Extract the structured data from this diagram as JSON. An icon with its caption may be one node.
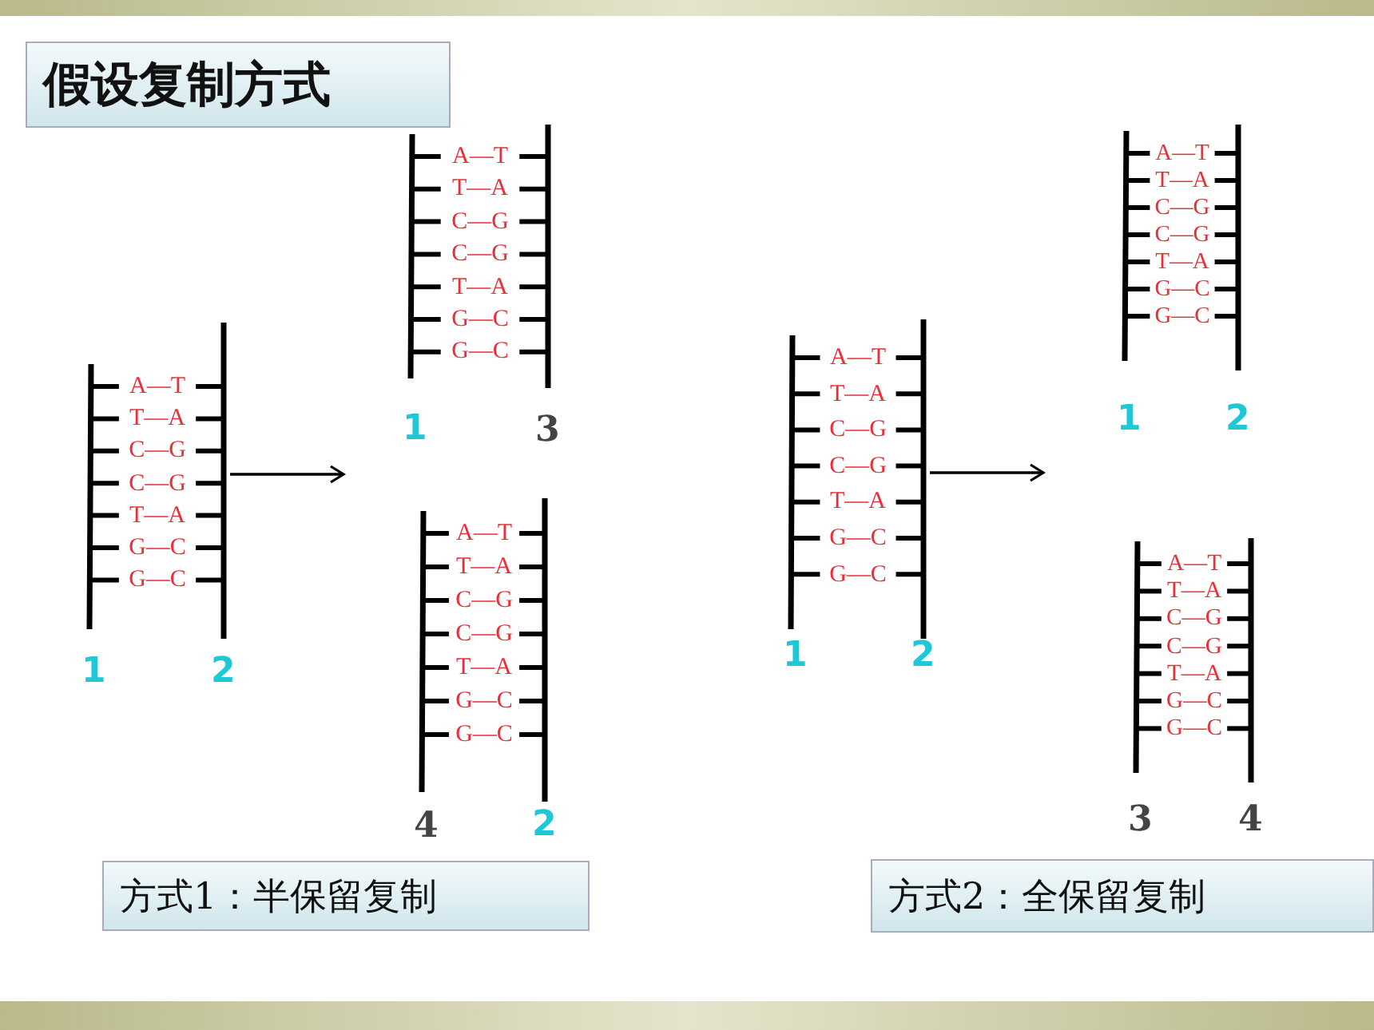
{
  "diagram": {
    "nodes": [
      {
        "text": [
          "假设复制方式"
        ]
      },
      {
        "text": [
          "A—T",
          "T—A",
          "C—G",
          "C—G",
          "T—A",
          "G—C",
          "G—C"
        ],
        "beside": [
          "1",
          "2"
        ]
      },
      {
        "text": [
          "A—T",
          "T—A",
          "C—G",
          "C—G",
          "T—A",
          "G—C",
          "G—C"
        ],
        "beside": [
          "1",
          "3"
        ]
      },
      {
        "text": [
          "A—T",
          "T—A",
          "C—G",
          "C—G",
          "T—A",
          "G—C",
          "G—C"
        ],
        "beside": [
          "4",
          "2"
        ]
      },
      {
        "text": [
          "方式1：半保留复制"
        ]
      },
      {
        "text": [
          "A—T",
          "T—A",
          "C—G",
          "C—G",
          "T—A",
          "G—C",
          "G—C"
        ],
        "beside": [
          "1",
          "2"
        ]
      },
      {
        "text": [
          "A—T",
          "T—A",
          "C—G",
          "C—G",
          "T—A",
          "G—C",
          "G—C"
        ],
        "beside": [
          "1",
          "2"
        ]
      },
      {
        "text": [
          "A—T",
          "T—A",
          "C—G",
          "C—G",
          "T—A",
          "G—C",
          "G—C"
        ],
        "beside": [
          "3",
          "4"
        ]
      },
      {
        "text": [
          "方式2：全保留复制"
        ]
      }
    ],
    "edges": [
      {
        "from": 1,
        "to": null,
        "arrow": "to"
      },
      {
        "from": 5,
        "to": null,
        "arrow": "to"
      }
    ]
  }
}
